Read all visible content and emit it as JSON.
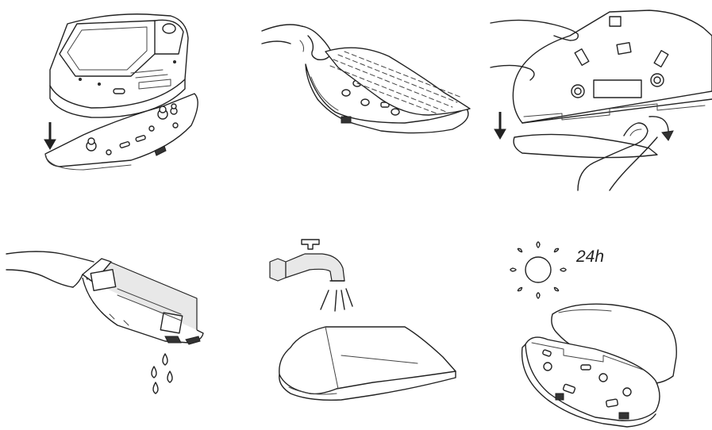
{
  "steps": [
    {
      "id": "step-1-remove-mop-holder"
    },
    {
      "id": "step-2-remove-mop-cloth"
    },
    {
      "id": "step-3-pull-off-mop"
    },
    {
      "id": "step-4-drain-water-tank"
    },
    {
      "id": "step-5-rinse-under-tap"
    },
    {
      "id": "step-6-dry-in-sun"
    }
  ],
  "dry_time_label": "24h",
  "colors": {
    "line": "#222222",
    "background": "#ffffff",
    "tank_fill": "#e8e8e8"
  }
}
